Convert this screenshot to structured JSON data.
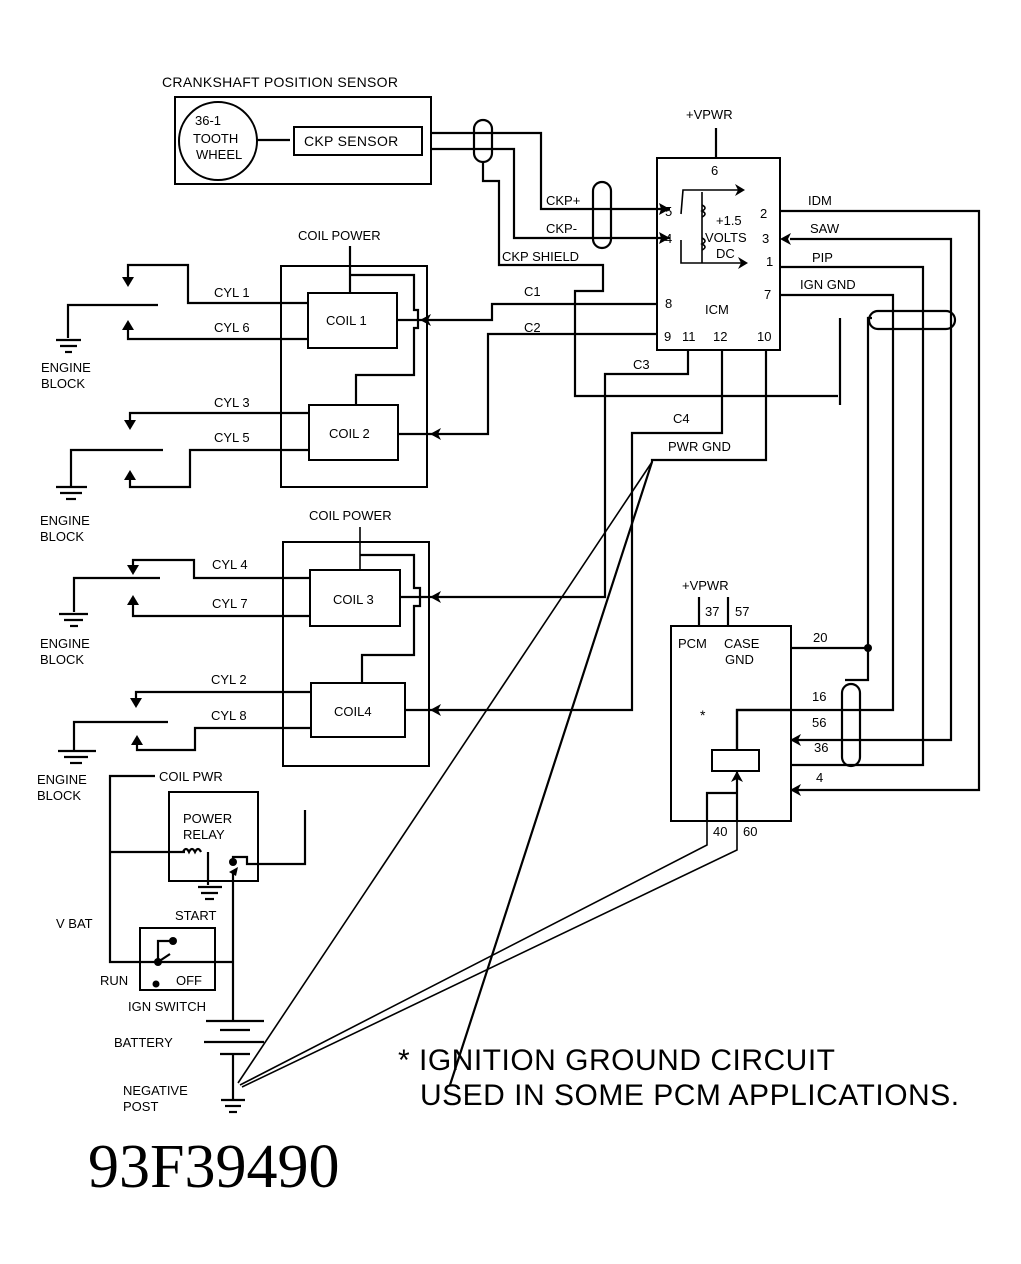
{
  "diagram": {
    "id_code": "93F39490",
    "footnote": {
      "line1": "* IGNITION GROUND CIRCUIT",
      "line2": "USED IN SOME PCM APPLICATIONS."
    },
    "ckp": {
      "title": "CRANKSHAFT POSITION SENSOR",
      "wheel_line1": "36-1",
      "wheel_line2": "TOOTH",
      "wheel_line3": "WHEEL",
      "sensor": "CKP SENSOR"
    },
    "icm": {
      "name": "ICM",
      "supply": "+VPWR",
      "internal_line1": "+1.5",
      "internal_line2": "VOLTS",
      "internal_line3": "DC",
      "pins": {
        "p6": "6",
        "p5": "5",
        "p4": "4",
        "p2": "2",
        "p3": "3",
        "p1": "1",
        "p7": "7",
        "p8": "8",
        "p9": "9",
        "p11": "11",
        "p12": "12",
        "p10": "10"
      }
    },
    "signals": {
      "ckp_plus": "CKP+",
      "ckp_minus": "CKP-",
      "ckp_shield": "CKP SHIELD",
      "c1": "C1",
      "c2": "C2",
      "c3": "C3",
      "c4": "C4",
      "pwr_gnd": "PWR GND",
      "idm": "IDM",
      "saw": "SAW",
      "pip": "PIP",
      "ign_gnd": "IGN GND"
    },
    "coil_packs": [
      {
        "power_label": "COIL POWER",
        "coils": [
          {
            "name": "COIL 1",
            "cyl_a": "CYL 1",
            "cyl_b": "CYL 6"
          },
          {
            "name": "COIL 2",
            "cyl_a": "CYL 3",
            "cyl_b": "CYL 5"
          }
        ]
      },
      {
        "power_label": "COIL POWER",
        "coils": [
          {
            "name": "COIL 3",
            "cyl_a": "CYL 4",
            "cyl_b": "CYL 7"
          },
          {
            "name": "COIL4",
            "cyl_a": "CYL 2",
            "cyl_b": "CYL 8"
          }
        ]
      }
    ],
    "ground_label_line1": "ENGINE",
    "ground_label_line2": "BLOCK",
    "pcm": {
      "name": "PCM",
      "case_line1": "CASE",
      "case_line2": "GND",
      "supply": "+VPWR",
      "star": "*",
      "pins": {
        "p37": "37",
        "p57": "57",
        "p20": "20",
        "p16": "16",
        "p56": "56",
        "p36": "36",
        "p4": "4",
        "p40": "40",
        "p60": "60"
      }
    },
    "power": {
      "coil_pwr": "COIL PWR",
      "relay_line1": "POWER",
      "relay_line2": "RELAY",
      "vbat": "V BAT",
      "start": "START",
      "run": "RUN",
      "off": "OFF",
      "ign_switch": "IGN SWITCH",
      "battery": "BATTERY",
      "neg_line1": "NEGATIVE",
      "neg_line2": "POST"
    }
  }
}
